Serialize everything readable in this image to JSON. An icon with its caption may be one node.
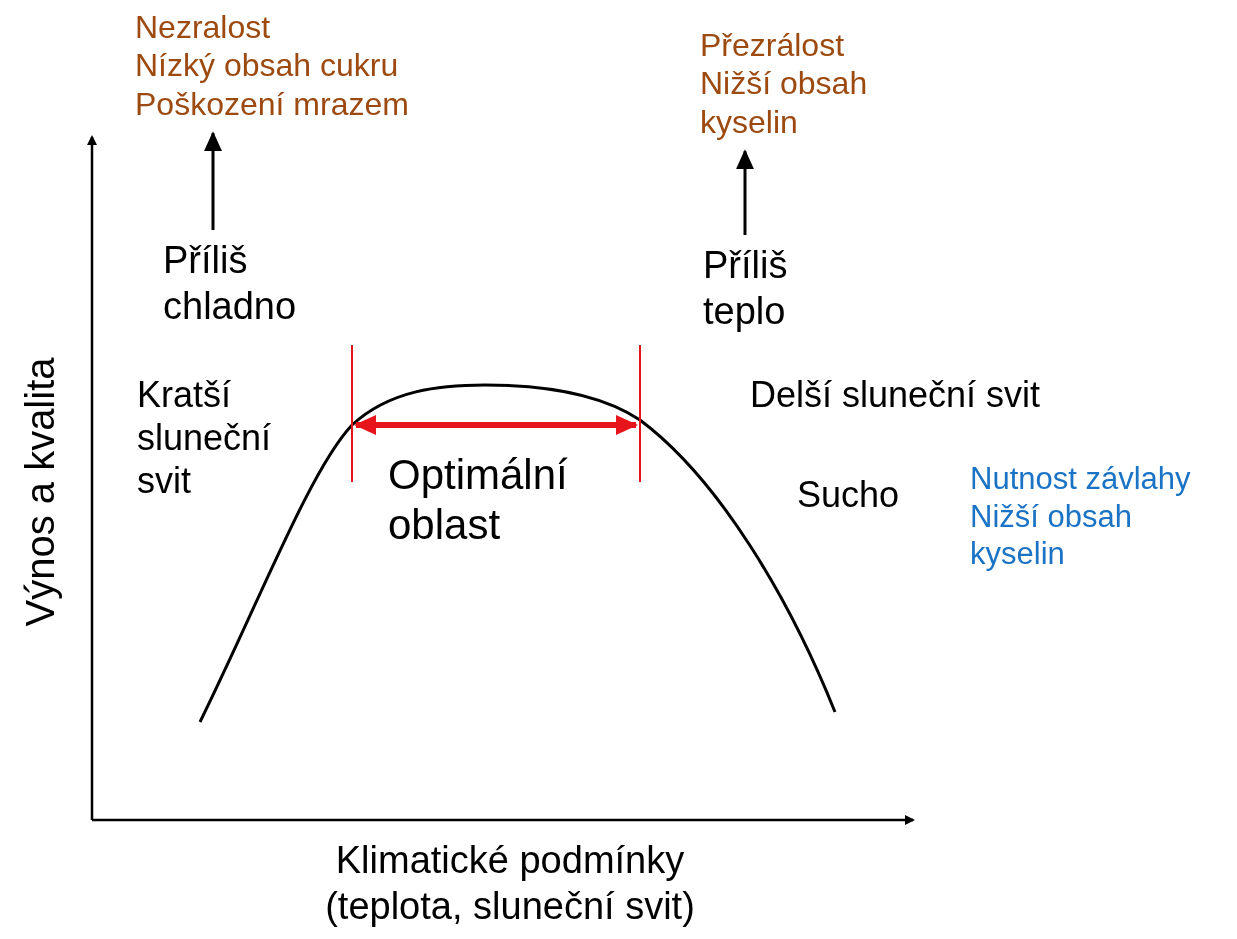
{
  "diagram": {
    "nodes": [
      {
        "text": [
          "Nezralost",
          "Nízký obsah cukru",
          "Poškození mrazem"
        ]
      },
      {
        "text": [
          "Příliš chladno"
        ]
      },
      {
        "text": [
          "Přezrálost",
          "Nižší obsah kyselin"
        ]
      },
      {
        "text": [
          "Příliš teplo"
        ]
      }
    ],
    "edges": [
      {
        "from": 1,
        "to": 0,
        "arrow": "to"
      },
      {
        "from": 3,
        "to": 2,
        "arrow": "to"
      }
    ],
    "labels": [
      "Kratší sluneční svit",
      "Optimální oblast",
      "Delší sluneční svit",
      "Sucho",
      "Nutnost závlahy",
      "Nižší obsah kyselin",
      "Výnos a kvalita",
      "Klimatické podmínky (teplota, sluneční svit)"
    ]
  }
}
